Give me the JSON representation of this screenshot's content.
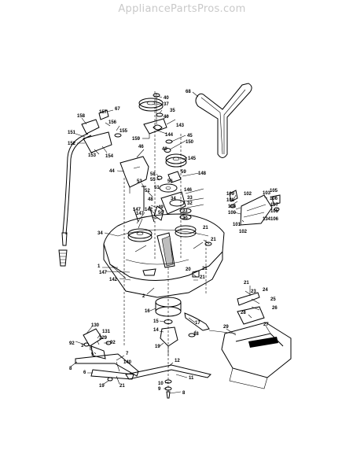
{
  "header": {
    "watermark": "AppliancePartsPros.com"
  },
  "callouts": [
    {
      "label": "68"
    },
    {
      "label": "40"
    },
    {
      "label": "37"
    },
    {
      "label": "35"
    },
    {
      "label": "40"
    },
    {
      "label": "143"
    },
    {
      "label": "144"
    },
    {
      "label": "45"
    },
    {
      "label": "150"
    },
    {
      "label": "40"
    },
    {
      "label": "159"
    },
    {
      "label": "145"
    },
    {
      "label": "46"
    },
    {
      "label": "44"
    },
    {
      "label": "148"
    },
    {
      "label": "59"
    },
    {
      "label": "58"
    },
    {
      "label": "55"
    },
    {
      "label": "56"
    },
    {
      "label": "53"
    },
    {
      "label": "52"
    },
    {
      "label": "51"
    },
    {
      "label": "146"
    },
    {
      "label": "33"
    },
    {
      "label": "34"
    },
    {
      "label": "32"
    },
    {
      "label": "31"
    },
    {
      "label": "30"
    },
    {
      "label": "50"
    },
    {
      "label": "49"
    },
    {
      "label": "48"
    },
    {
      "label": "142"
    },
    {
      "label": "147"
    },
    {
      "label": "21"
    },
    {
      "label": "21"
    },
    {
      "label": "34"
    },
    {
      "label": "1"
    },
    {
      "label": "147"
    },
    {
      "label": "142"
    },
    {
      "label": "2"
    },
    {
      "label": "20"
    },
    {
      "label": "21"
    },
    {
      "label": "21"
    },
    {
      "label": "21"
    },
    {
      "label": "23"
    },
    {
      "label": "24"
    },
    {
      "label": "25"
    },
    {
      "label": "26"
    },
    {
      "label": "28"
    },
    {
      "label": "27"
    },
    {
      "label": "29"
    },
    {
      "label": "16"
    },
    {
      "label": "15"
    },
    {
      "label": "14"
    },
    {
      "label": "19"
    },
    {
      "label": "17"
    },
    {
      "label": "18"
    },
    {
      "label": "12"
    },
    {
      "label": "11"
    },
    {
      "label": "10"
    },
    {
      "label": "9"
    },
    {
      "label": "8"
    },
    {
      "label": "130"
    },
    {
      "label": "131"
    },
    {
      "label": "129"
    },
    {
      "label": "92"
    },
    {
      "label": "92"
    },
    {
      "label": "3"
    },
    {
      "label": "4"
    },
    {
      "label": "5"
    },
    {
      "label": "7"
    },
    {
      "label": "6"
    },
    {
      "label": "140"
    },
    {
      "label": "19"
    },
    {
      "label": "21"
    },
    {
      "label": "8"
    },
    {
      "label": "147"
    },
    {
      "label": "67"
    },
    {
      "label": "158"
    },
    {
      "label": "157"
    },
    {
      "label": "151"
    },
    {
      "label": "156"
    },
    {
      "label": "152"
    },
    {
      "label": "153"
    },
    {
      "label": "155"
    },
    {
      "label": "154"
    },
    {
      "label": "102"
    },
    {
      "label": "103"
    },
    {
      "label": "105"
    },
    {
      "label": "106"
    },
    {
      "label": "104"
    },
    {
      "label": "107"
    },
    {
      "label": "108"
    },
    {
      "label": "100"
    },
    {
      "label": "101"
    },
    {
      "label": "134"
    },
    {
      "label": "109"
    },
    {
      "label": "105"
    },
    {
      "label": "106"
    },
    {
      "label": "102"
    }
  ]
}
